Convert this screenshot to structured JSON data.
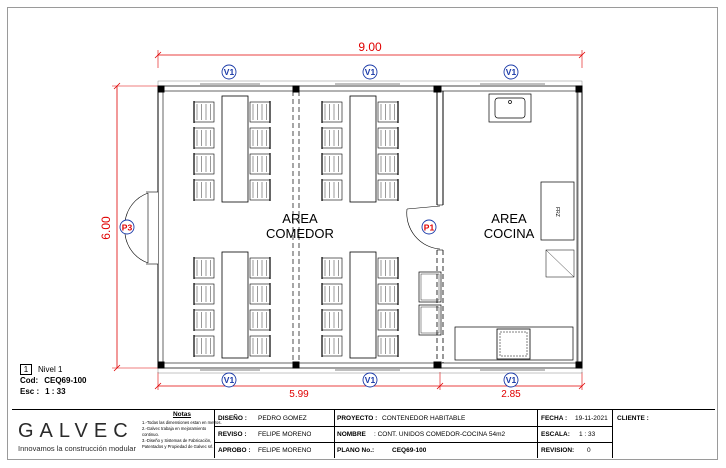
{
  "dimensions": {
    "total_width": "9.00",
    "total_depth": "6.00",
    "comedor_width": "5.99",
    "cocina_width": "2.85"
  },
  "areas": {
    "comedor": [
      "AREA",
      "COMEDOR"
    ],
    "cocina": [
      "AREA",
      "COCINA"
    ]
  },
  "tags": {
    "window": "V1",
    "door_interior": "P1",
    "door_exterior": "P3",
    "fridge": "FRZ"
  },
  "level": {
    "number": "1",
    "name": "Nivel 1",
    "code_label": "Cod:",
    "code": "CEQ69-100",
    "scale_label": "Esc :",
    "scale": "1 : 33"
  },
  "title_block": {
    "logo": "GALVEC",
    "tagline": "Innovamos la construcción modular",
    "notes_title": "Notas",
    "notes": [
      "1.-Todas las dimensiones estan en metros.",
      "2.-Galvec trabaja en mejoramiento continuo.",
      "3.-Diseño y Sistemas de Fabricación, Patentados y Propiedad de Galvec srl."
    ],
    "diseno_label": "DISEÑO :",
    "diseno": "PEDRO GOMEZ",
    "reviso_label": "REVISO :",
    "reviso": "FELIPE MORENO",
    "aprobo_label": "APROBO :",
    "aprobo": "FELIPE MORENO",
    "proyecto_label": "PROYECTO :",
    "proyecto": "CONTENEDOR HABITABLE",
    "nombre_label": "NOMBRE",
    "nombre": ": CONT. UNIDOS COMEDOR-COCINA 54m2",
    "plano_label": "PLANO No.:",
    "plano": "CEQ69-100",
    "fecha_label": "FECHA :",
    "fecha": "19-11-2021",
    "escala_label": "ESCALA:",
    "escala": "1 : 33",
    "revision_label": "REVISION:",
    "revision": "0",
    "cliente_label": "CLIENTE :"
  },
  "colors": {
    "dimension": "#e00000",
    "tag": "#1a3aa8",
    "wall": "#000000"
  }
}
